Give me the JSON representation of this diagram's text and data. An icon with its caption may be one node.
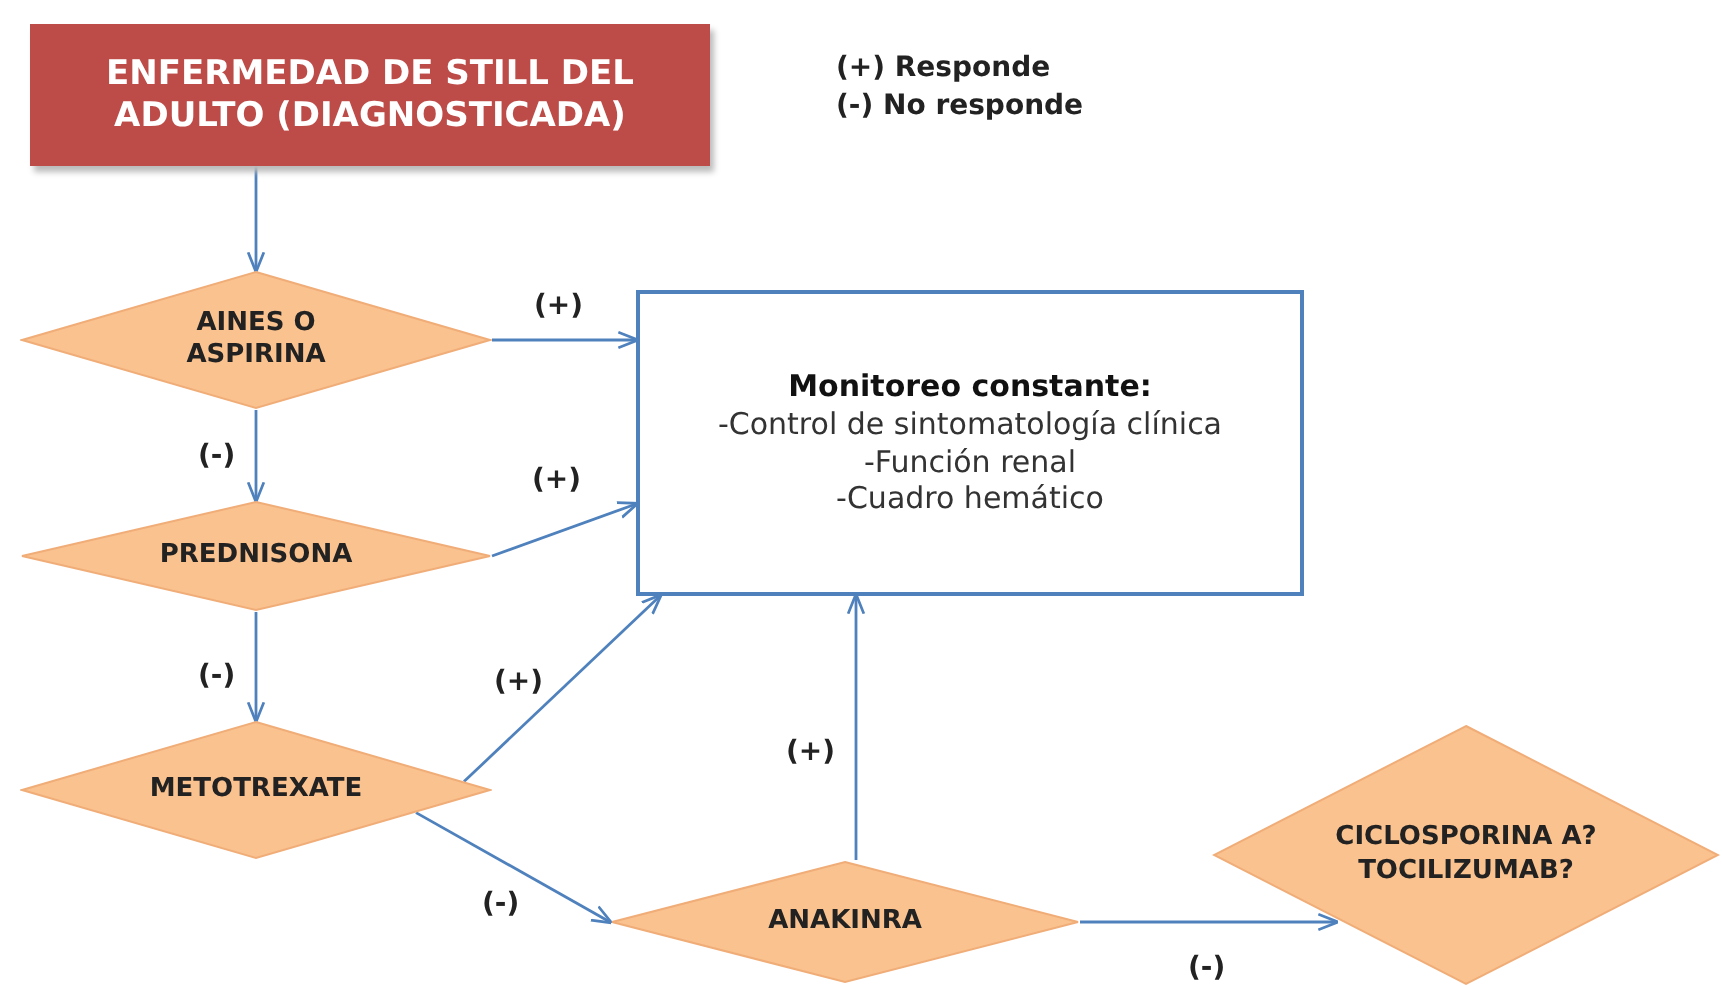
{
  "diagram": {
    "nodes": [
      {
        "text": [
          "ENFERMEDAD DE STILL DEL ADULTO (DIAGNOSTICADA)"
        ]
      },
      {
        "text": [
          "AINES O ASPIRINA"
        ]
      },
      {
        "text": [
          "Monitoreo constante:",
          "-Control de sintomatología clínica",
          "-Función renal",
          "-Cuadro hemático"
        ]
      },
      {
        "text": [
          "PREDNISONA"
        ]
      },
      {
        "text": [
          "METOTREXATE"
        ]
      },
      {
        "text": [
          "ANAKINRA"
        ]
      },
      {
        "text": [
          "CICLOSPORINA A? TOCILIZUMAB?"
        ]
      }
    ],
    "edges": [
      {
        "from": 0,
        "to": 1,
        "arrow": "to"
      },
      {
        "from": 1,
        "to": 2,
        "arrow": "to",
        "label": "(+)"
      },
      {
        "from": 1,
        "to": 3,
        "arrow": "to",
        "label": "(-)"
      },
      {
        "from": 3,
        "to": 2,
        "arrow": "to",
        "label": "(+)"
      },
      {
        "from": 3,
        "to": 4,
        "arrow": "to",
        "label": "(-)"
      },
      {
        "from": 4,
        "to": 2,
        "arrow": "to",
        "label": "(+)"
      },
      {
        "from": 4,
        "to": 5,
        "arrow": "to",
        "label": "(-)"
      },
      {
        "from": 5,
        "to": 2,
        "arrow": "to",
        "label": "(+)"
      },
      {
        "from": 5,
        "to": 6,
        "arrow": "to",
        "label": "(-)"
      }
    ],
    "labels": [
      "(+) Responde",
      "(-) No responde"
    ]
  }
}
